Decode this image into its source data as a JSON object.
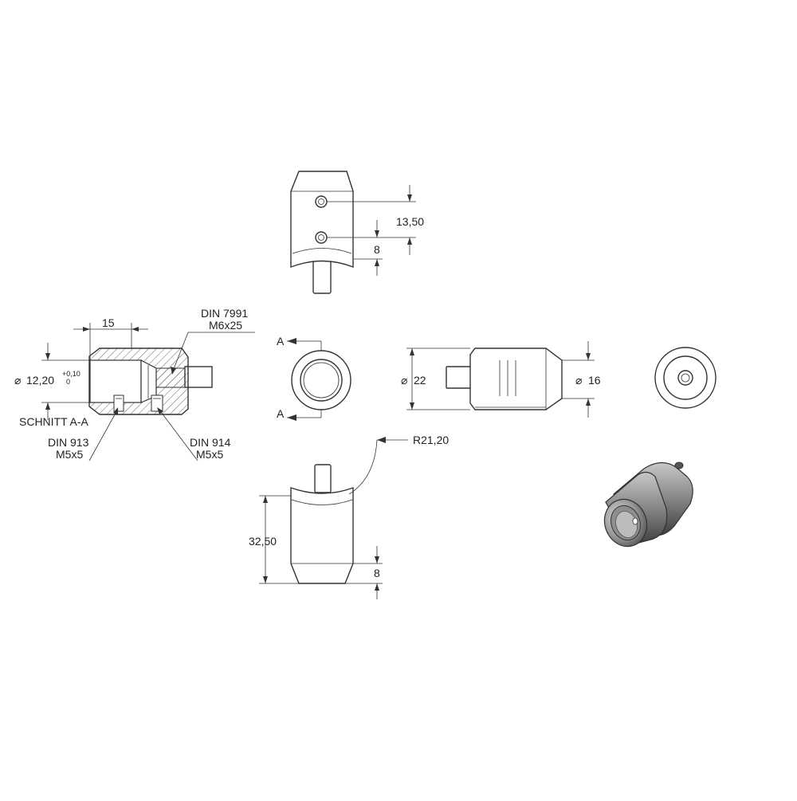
{
  "drawing": {
    "section_label": "SCHNITT A-A",
    "section_marker": "A",
    "dimensions": {
      "top_view_upper": "13,50",
      "top_view_lower": "8",
      "section_length": "15",
      "bore_diameter": "12,20",
      "bore_tol_upper": "+0,10",
      "bore_tol_lower": "0",
      "diameter_large": "22",
      "diameter_small": "16",
      "radius": "R21,20",
      "bottom_view_length": "32,50",
      "bottom_view_taper": "8"
    },
    "callouts": {
      "screw_top_line1": "DIN 7991",
      "screw_top_line2": "M6x25",
      "screw_left_line1": "DIN 913",
      "screw_left_line2": "M5x5",
      "screw_right_line1": "DIN 914",
      "screw_right_line2": "M5x5"
    },
    "symbols": {
      "diameter": "⌀"
    }
  }
}
